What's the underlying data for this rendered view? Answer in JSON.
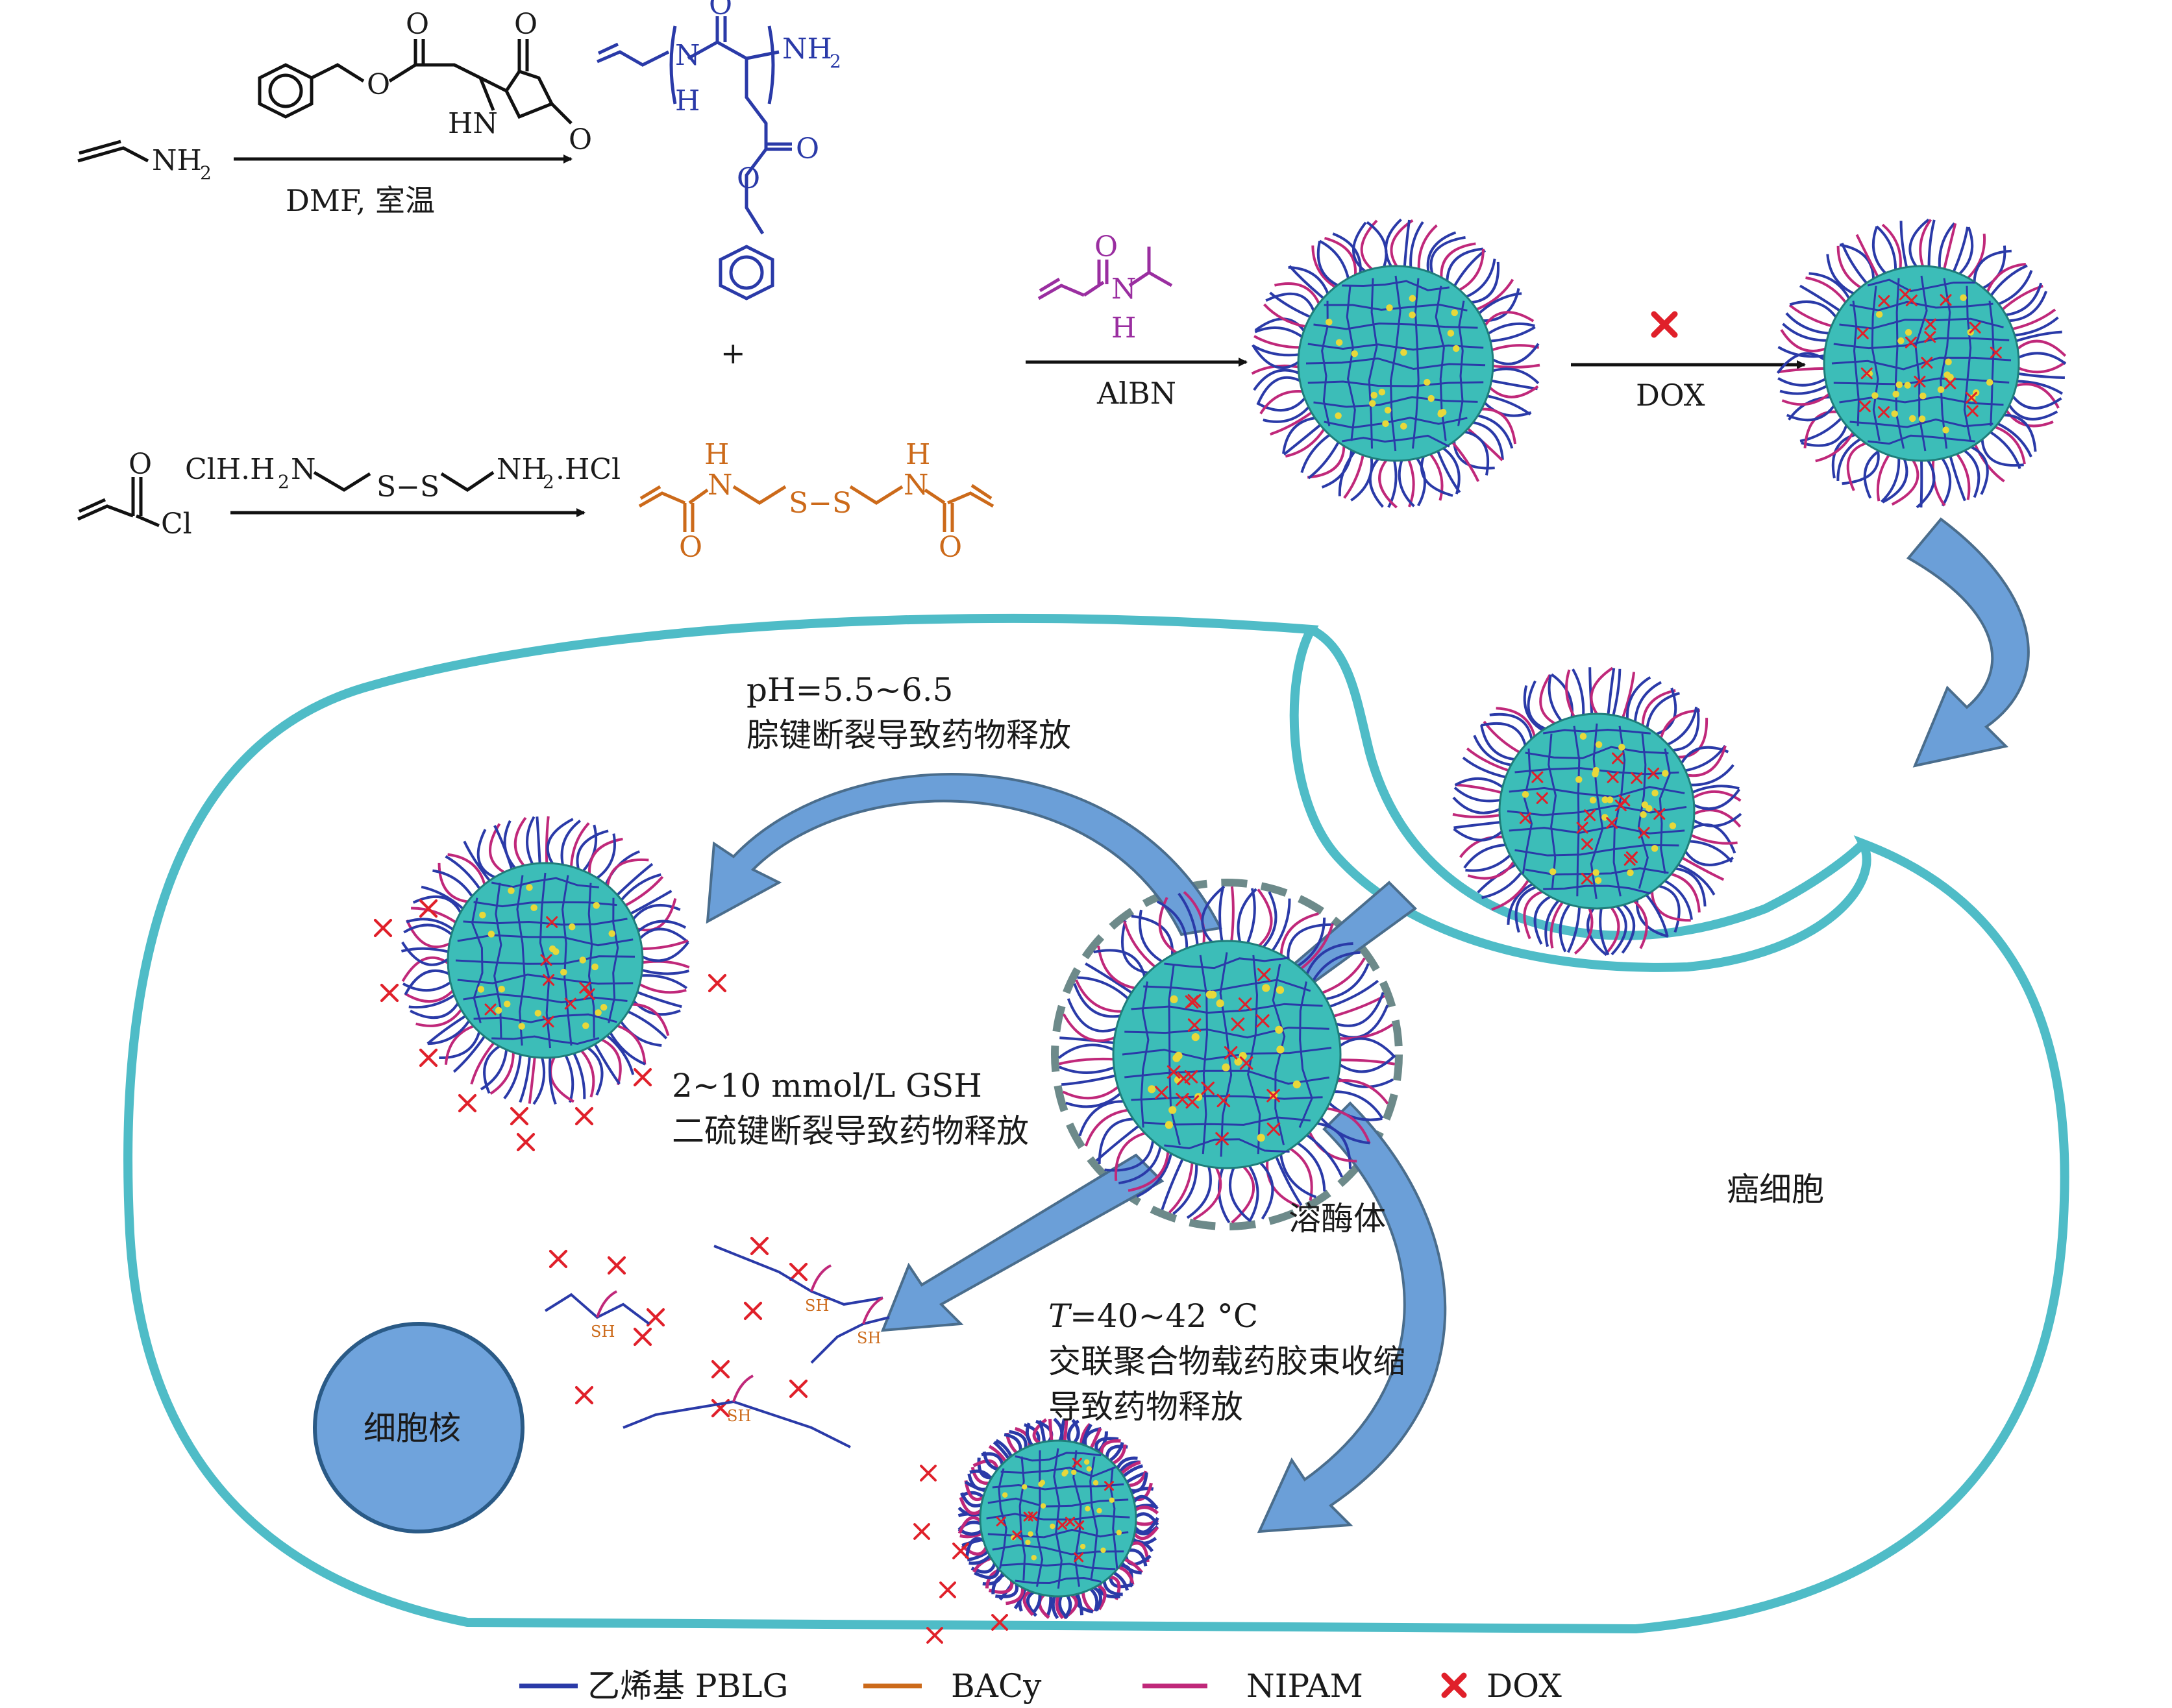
{
  "reaction1": {
    "reactant_group": "NH",
    "reactant_sub": "2",
    "conditions": "DMF, 室温",
    "nca_o1": "O",
    "nca_o2": "O",
    "nca_o3": "O",
    "nca_o4": "O",
    "nca_hn": "HN",
    "product_nh": "N",
    "product_h": "H",
    "product_o": "O",
    "product_nh2": "NH",
    "product_nh2_sub": "2",
    "product_o2": "O",
    "product_o3": "O"
  },
  "plus": "+",
  "reaction2": {
    "acyl_o": "O",
    "acyl_cl": "Cl",
    "reagent_left": "ClH.H",
    "reagent_left_sub": "2",
    "reagent_n": "N",
    "reagent_s": "S−S",
    "reagent_right": "NH",
    "reagent_right_sub": "2",
    "reagent_hcl": ".HCl",
    "product_h1": "H",
    "product_n1": "N",
    "product_s": "S−S",
    "product_h2": "H",
    "product_n2": "N",
    "product_o1": "O",
    "product_o2": "O"
  },
  "reaction3": {
    "monomer_o": "O",
    "monomer_n": "N",
    "monomer_h": "H",
    "initiator": "AlBN"
  },
  "reaction4": {
    "drug": "DOX"
  },
  "cell": {
    "label": "癌细胞",
    "nucleus_label": "细胞核",
    "lysosome_label": "溶酶体"
  },
  "release_ph": {
    "condition": "pH=5.5~6.5",
    "description": "腙键断裂导致药物释放"
  },
  "release_gsh": {
    "condition": "2~10 mmol/L GSH",
    "description": "二硫键断裂导致药物释放"
  },
  "release_temp": {
    "condition_var": "T",
    "condition_rest": "=40~42 °C",
    "description_line1": "交联聚合物载药胶束收缩",
    "description_line2": "导致药物释放"
  },
  "sh_label": "SH",
  "legend": {
    "items": [
      {
        "label": "乙烯基 PBLG",
        "color": "#2a3aa8"
      },
      {
        "label": "BACy",
        "color": "#cc6a1a"
      },
      {
        "label": "NIPAM",
        "color": "#c0287a"
      },
      {
        "label": "DOX",
        "color": "#e0202a"
      }
    ]
  },
  "colors": {
    "core": "#3cbdb8",
    "membrane": "#4fbcc7",
    "arrow_fill": "#6b9fd8",
    "arrow_dark": "#5d8f8a",
    "nucleus": "#6fa3dc",
    "crosslink_dot": "#e8d83a"
  }
}
